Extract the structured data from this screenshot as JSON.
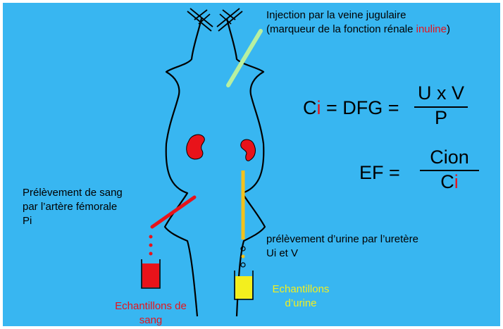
{
  "injection": {
    "line1": "Injection par la veine jugulaire",
    "line2_prefix": "(marqueur de la fonction rénale ",
    "marker": "inuline",
    "line2_suffix": ")"
  },
  "formula1": {
    "lhs_c": "C",
    "lhs_i": "i",
    "mid": " = DFG = ",
    "numerator": "U x V",
    "denominator": "P"
  },
  "formula2": {
    "lhs": "EF = ",
    "numerator": "Cion",
    "den_c": "C",
    "den_i": "i"
  },
  "blood_sampling": {
    "line1": "Prélèvement de sang",
    "line2": "par l’artère fémorale",
    "line3": "Pi"
  },
  "urine_sampling": {
    "line1": "prélèvement d’urine par l’uretère",
    "line2": "Ui et V"
  },
  "blood_samples": {
    "line1": "Echantillons de",
    "line2": "sang"
  },
  "urine_samples": {
    "line1": "Echantillons",
    "line2": "d’urine"
  },
  "colors": {
    "background": "#38B6F1",
    "blood": "#E8131A",
    "urine": "#F3C21B",
    "jugular": "#B8F0A0"
  }
}
